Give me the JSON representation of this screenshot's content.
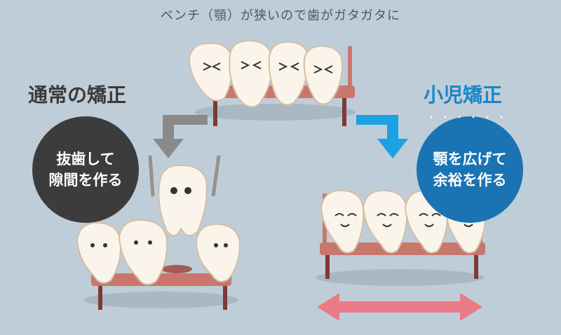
{
  "title": "ベンチ（顎）が狭いので歯がガタガタに",
  "normal": {
    "heading": "通常の矯正",
    "line1": "抜歯して",
    "line2": "隙間を作る"
  },
  "child": {
    "heading": "小児矯正",
    "line1": "顎を広げて",
    "line2": "余裕を作る",
    "emphasis_marks": "・・・・・・"
  },
  "colors": {
    "background": "#bfcdd8",
    "normal_circle": "#3c3c3c",
    "child_circle": "#1a73b2",
    "grey_arrow": "#8a8a8a",
    "blue_arrow": "#1aa1e6",
    "pink_arrow": "#e97b86",
    "bench": "#c9776c",
    "tooth": "#fbf4ea"
  }
}
